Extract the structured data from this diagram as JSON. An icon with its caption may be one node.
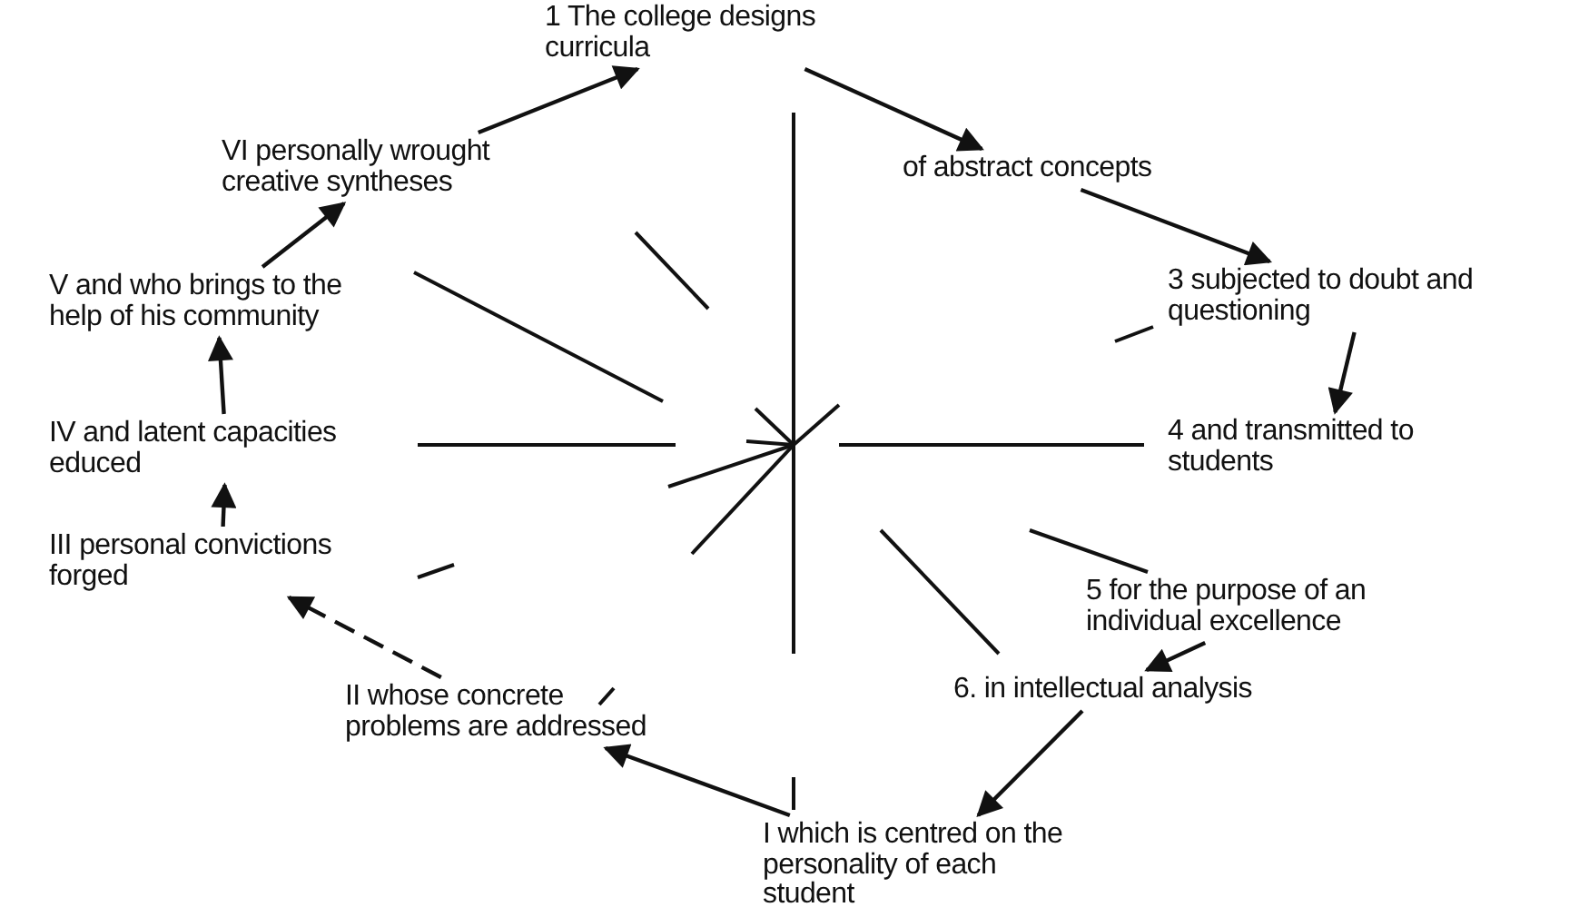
{
  "diagram": {
    "nodes": [
      {
        "text": [
          "1 The college designs curricula"
        ]
      },
      {
        "text": [
          "of abstract concepts"
        ]
      },
      {
        "text": [
          "3 subjected to doubt and questioning"
        ]
      },
      {
        "text": [
          "4 and transmitted to students"
        ]
      },
      {
        "text": [
          "5 for the purpose of an individual excellence"
        ]
      },
      {
        "text": [
          "6. in intellectual analysis"
        ]
      },
      {
        "text": [
          "I which is centred on the personality of each student"
        ]
      },
      {
        "text": [
          "II whose concrete problems are addressed"
        ]
      },
      {
        "text": [
          "III personal convictions forged"
        ]
      },
      {
        "text": [
          "IV and latent capacities educed"
        ]
      },
      {
        "text": [
          "V and who brings to the help of his community"
        ]
      },
      {
        "text": [
          "VI personally wrought creative syntheses"
        ]
      }
    ],
    "edges": [
      {
        "from": 11,
        "to": 0,
        "arrow": "to"
      },
      {
        "from": 0,
        "to": 1,
        "arrow": "to"
      },
      {
        "from": 1,
        "to": 2,
        "arrow": "to"
      },
      {
        "from": 2,
        "to": 3,
        "arrow": "to"
      },
      {
        "from": 4,
        "to": 5,
        "arrow": "to"
      },
      {
        "from": 5,
        "to": 6,
        "arrow": "to"
      },
      {
        "from": 6,
        "to": 7,
        "arrow": "to"
      },
      {
        "from": 7,
        "to": 8,
        "arrow": "to",
        "style": "dashed"
      },
      {
        "from": 8,
        "to": 9,
        "arrow": "to"
      },
      {
        "from": 9,
        "to": 10,
        "arrow": "to"
      },
      {
        "from": 10,
        "to": 11,
        "arrow": "to"
      }
    ]
  }
}
